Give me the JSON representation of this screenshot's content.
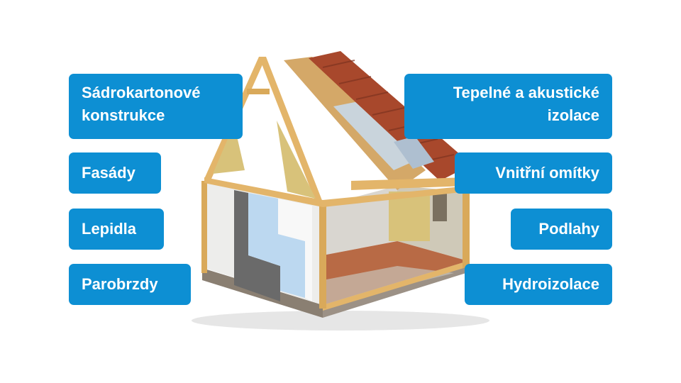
{
  "labels_left": [
    {
      "lines": [
        "Sádrokartonové",
        "konstrukce"
      ]
    },
    {
      "lines": [
        "Fasády"
      ]
    },
    {
      "lines": [
        "Lepidla"
      ]
    },
    {
      "lines": [
        "Parobrzdy"
      ]
    }
  ],
  "labels_right": [
    {
      "lines": [
        "Tepelné a akustické",
        "izolace"
      ]
    },
    {
      "lines": [
        "Vnitřní omítky"
      ]
    },
    {
      "lines": [
        "Podlahy"
      ]
    },
    {
      "lines": [
        "Hydroizolace"
      ]
    }
  ],
  "colors": {
    "label_bg": "#0d8fd3",
    "label_text": "#ffffff",
    "wood": "#e3b56a",
    "roof_tile": "#a8482c",
    "insulation": "#d8c27a"
  }
}
